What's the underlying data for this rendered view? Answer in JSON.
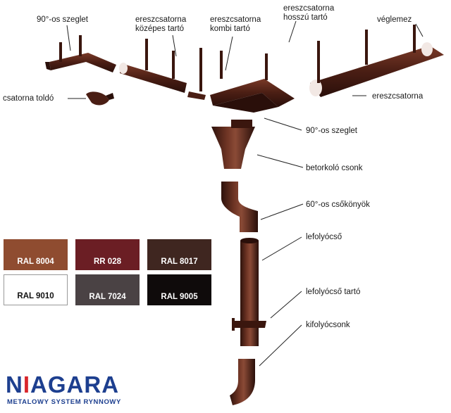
{
  "labels": {
    "corner_top": "90°-os szeglet",
    "middle_holder": "ereszcsatorna középes tartó",
    "combi_holder": "ereszcsatorna kombi tartó",
    "long_holder": "ereszcsatorna hosszú tartó",
    "end_cap": "véglemez",
    "gutter_joint": "csatorna toldó",
    "gutter": "ereszcsatorna",
    "corner_right": "90°-os szeglet",
    "outlet": "betorkoló csonk",
    "elbow": "60°-os csőkönyök",
    "downpipe": "lefolyócső",
    "pipe_holder": "lefolyócső tartó",
    "shoe": "kifolyócsonk"
  },
  "colors": [
    {
      "name": "RAL 8004",
      "hex": "#8f4c30"
    },
    {
      "name": "RR 028",
      "hex": "#6b1e24"
    },
    {
      "name": "RAL 8017",
      "hex": "#3f2620"
    },
    {
      "name": "RAL 9010",
      "hex": "#ffffff"
    },
    {
      "name": "RAL 7024",
      "hex": "#4a4244"
    },
    {
      "name": "RAL 9005",
      "hex": "#0f0b0b"
    }
  ],
  "brand": {
    "logo": "NIAGARA",
    "tagline": "METALOWY SYSTEM RYNNOWY",
    "color": "#1d3f8f",
    "accent": "#d9262b"
  },
  "product_color": "#4a1e14"
}
